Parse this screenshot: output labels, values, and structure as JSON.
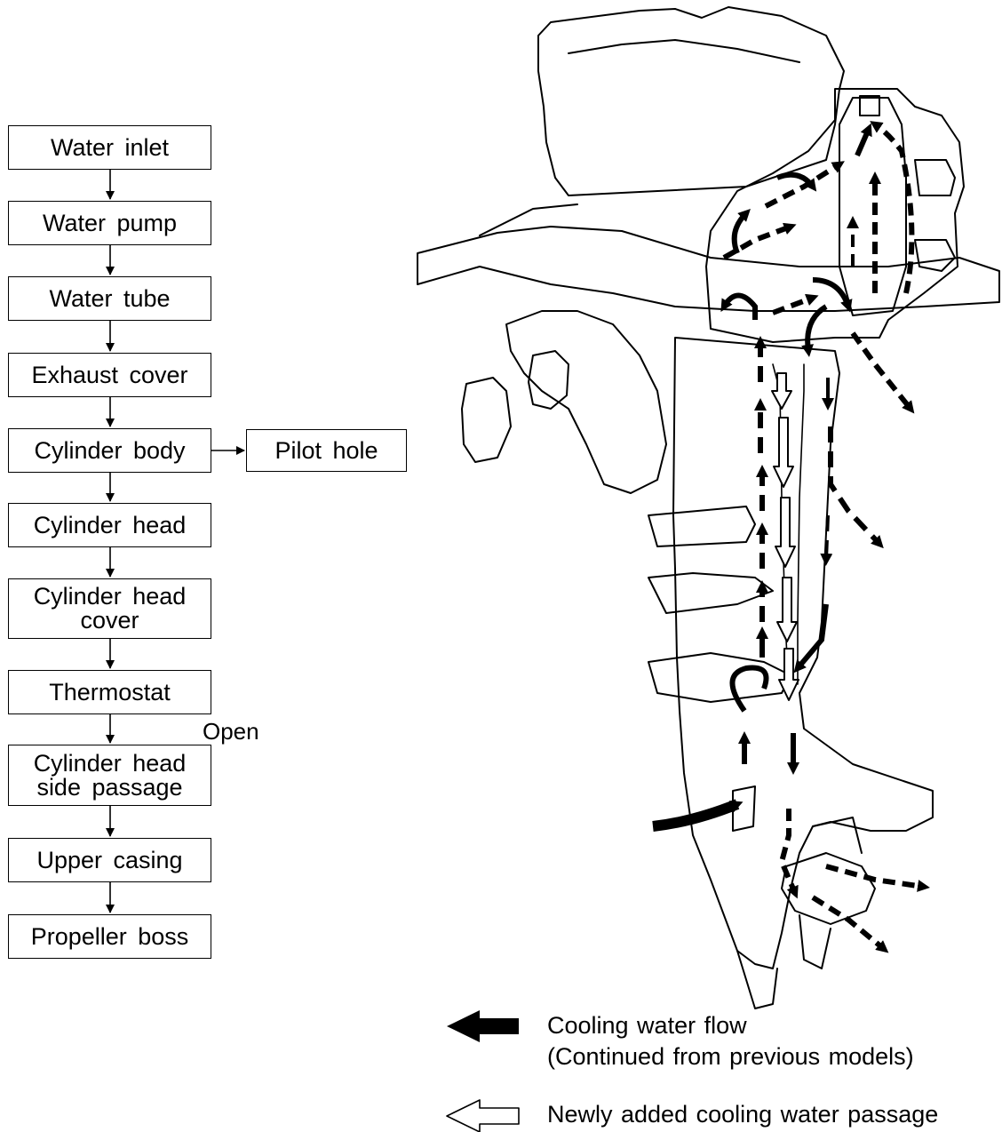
{
  "flow": {
    "steps": [
      {
        "line1": "Water inlet",
        "line2": ""
      },
      {
        "line1": "Water pump",
        "line2": ""
      },
      {
        "line1": "Water tube",
        "line2": ""
      },
      {
        "line1": "Exhaust cover",
        "line2": ""
      },
      {
        "line1": "Cylinder body",
        "line2": ""
      },
      {
        "line1": "Cylinder head",
        "line2": ""
      },
      {
        "line1": "Cylinder head",
        "line2": "cover"
      },
      {
        "line1": "Thermostat",
        "line2": ""
      },
      {
        "line1": "Cylinder head",
        "line2": "side passage"
      },
      {
        "line1": "Upper casing",
        "line2": ""
      },
      {
        "line1": "Propeller boss",
        "line2": ""
      }
    ],
    "branch_label": "Pilot hole",
    "open_label": "Open"
  },
  "legend": {
    "solid": {
      "line1": "Cooling water flow",
      "line2": "(Continued from previous models)"
    },
    "hollow": {
      "line1": "Newly added cooling water passage"
    }
  },
  "colors": {
    "line": "#000000",
    "background": "#ffffff"
  }
}
